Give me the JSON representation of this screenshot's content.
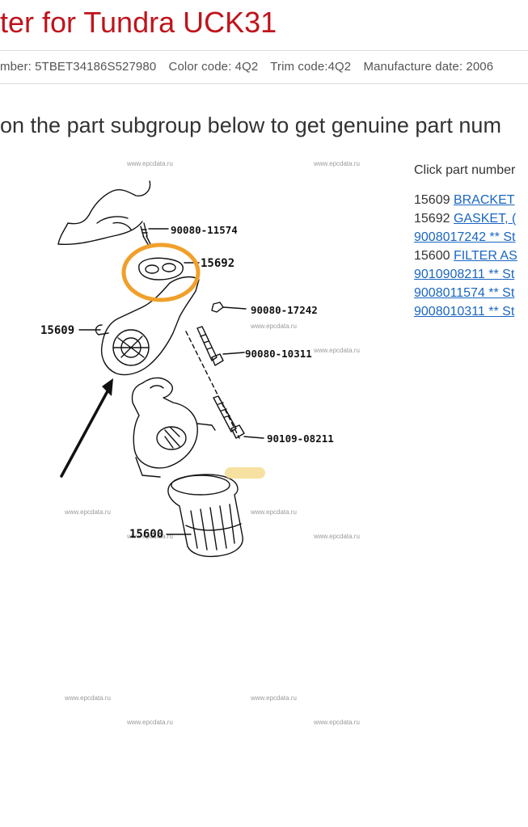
{
  "page": {
    "title": "ter for Tundra UCK31",
    "info": {
      "vin": "mber: 5TBET34186S527980",
      "color": "Color code: 4Q2",
      "trim": "Trim code:4Q2",
      "mfg": "Manufacture date: 2006"
    },
    "instruction": "on the part subgroup below to get genuine part num"
  },
  "diagram": {
    "watermark": "www.epcdata.ru",
    "callouts": [
      "90080-11574",
      "15692",
      "90080-17242",
      "15609",
      "90080-10311",
      "90109-08211",
      "15600"
    ],
    "annotation_colors": {
      "circle": "#f0a02a",
      "arrow": "#111111",
      "highlight": "#f5d98a"
    }
  },
  "parts_panel": {
    "header": "Click part number",
    "items": [
      {
        "prefix": "15609 ",
        "link": "BRACKET"
      },
      {
        "prefix": "15692 ",
        "link": "GASKET, ("
      },
      {
        "prefix": "",
        "link": "9008017242 ** St"
      },
      {
        "prefix": "15600 ",
        "link": "FILTER AS"
      },
      {
        "prefix": "",
        "link": "9010908211 ** St"
      },
      {
        "prefix": "",
        "link": "9008011574 ** St"
      },
      {
        "prefix": "",
        "link": "9008010311 ** St"
      }
    ]
  },
  "colors": {
    "title": "#c0131b",
    "link": "#1a66c2"
  }
}
